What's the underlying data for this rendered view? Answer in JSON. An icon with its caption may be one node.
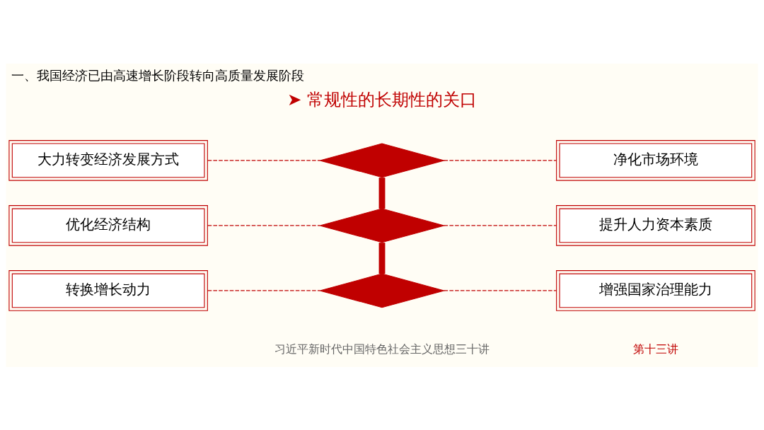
{
  "diagram": {
    "title": "一、我国经济已由高速增长阶段转向高质量发展阶段",
    "nodes": [
      {
        "text": [
          "大力转变经济发展方式"
        ]
      },
      {
        "text": [],
        "shape": "diamond"
      },
      {
        "text": [
          "净化市场环境"
        ]
      },
      {
        "text": [
          "优化经济结构"
        ]
      },
      {
        "text": [],
        "shape": "diamond"
      },
      {
        "text": [
          "提升人力资本素质"
        ]
      },
      {
        "text": [
          "转换增长动力"
        ]
      },
      {
        "text": [],
        "shape": "diamond"
      },
      {
        "text": [
          "增强国家治理能力"
        ]
      }
    ],
    "edges": [
      {
        "from": 0,
        "to": 1,
        "arrow": "none",
        "style": "dashed"
      },
      {
        "from": 1,
        "to": 2,
        "arrow": "none",
        "style": "dashed"
      },
      {
        "from": 1,
        "to": 4,
        "arrow": "none",
        "style": "thick"
      },
      {
        "from": 3,
        "to": 4,
        "arrow": "none",
        "style": "dashed"
      },
      {
        "from": 4,
        "to": 5,
        "arrow": "none",
        "style": "dashed"
      },
      {
        "from": 4,
        "to": 7,
        "arrow": "none",
        "style": "thick"
      },
      {
        "from": 6,
        "to": 7,
        "arrow": "none",
        "style": "dashed"
      },
      {
        "from": 7,
        "to": 8,
        "arrow": "none",
        "style": "dashed"
      }
    ],
    "labels": [
      "➤ 常规性的长期性的关口",
      "习近平新时代中国特色社会主义思想三十讲",
      "第十三讲"
    ]
  }
}
